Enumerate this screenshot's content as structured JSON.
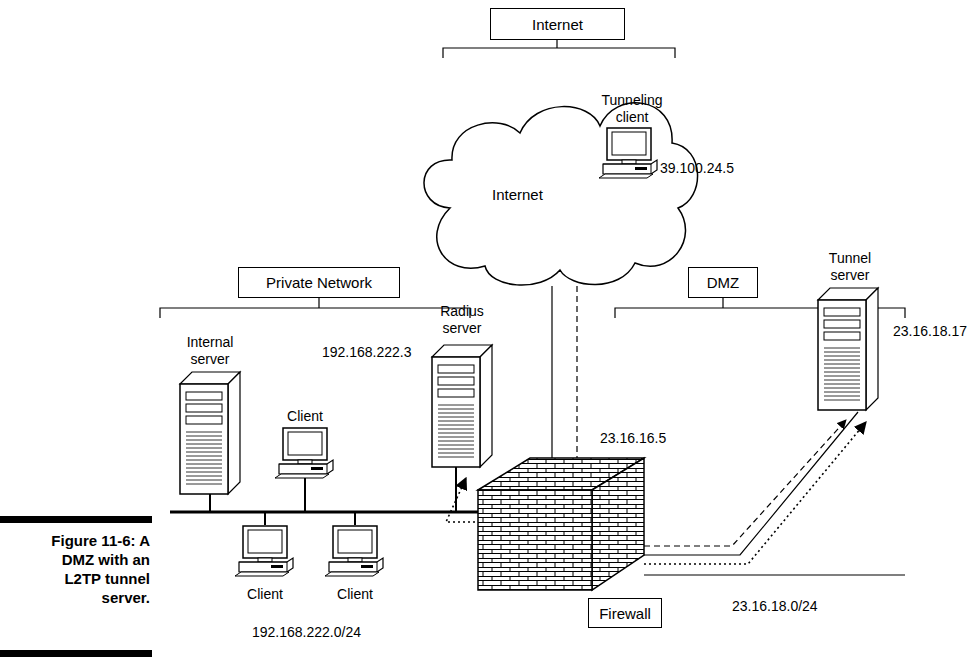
{
  "diagram": {
    "caption": "Figure 11-6: A DMZ with an L2TP tunnel server.",
    "nodes": [
      {
        "text": [
          "Internet"
        ]
      },
      {
        "text": [
          "Internet"
        ]
      },
      {
        "text": [
          "Private Network"
        ]
      },
      {
        "text": [
          "DMZ"
        ]
      },
      {
        "text": [
          "Firewall"
        ]
      }
    ],
    "labels": [
      "Tunneling client",
      "39.100.24.5",
      "Radius server",
      "192.168.222.3",
      "Internal server",
      "Client",
      "Client",
      "Client",
      "Tunnel server",
      "23.16.18.17",
      "23.16.16.5",
      "23.16.18.0/24",
      "192.168.222.0/24"
    ]
  }
}
